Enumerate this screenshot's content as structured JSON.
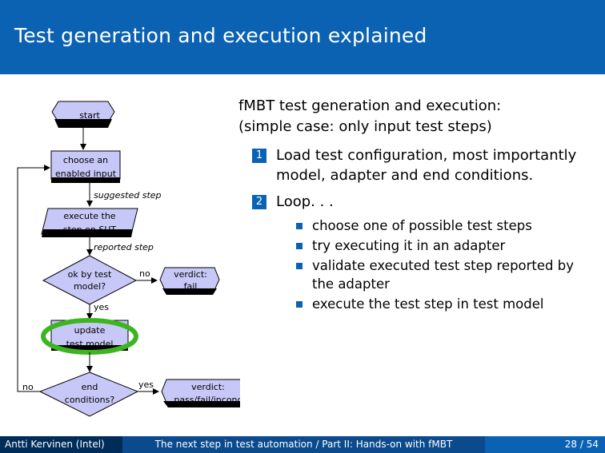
{
  "slide": {
    "title": "Test generation and execution explained",
    "intro_line1": "fMBT test generation and execution:",
    "intro_line2": "(simple case: only input test steps)",
    "steps": [
      {
        "num": "1",
        "text": "Load test configuration, most importantly model, adapter and end conditions."
      },
      {
        "num": "2",
        "text": "Loop. . ."
      }
    ],
    "loop_items": [
      "choose one of possible test steps",
      "try executing it in an adapter",
      "validate executed test step reported by the adapter",
      "execute the test step in test model"
    ]
  },
  "flowchart": {
    "start": "start",
    "choose_1": "choose an",
    "choose_2": "enabled input",
    "suggested": "suggested step",
    "execute_1": "execute the",
    "execute_2": "step on SUT",
    "reported": "reported step",
    "ok_1": "ok by test",
    "ok_2": "model?",
    "no": "no",
    "yes": "yes",
    "verdict_fail_1": "verdict:",
    "verdict_fail_2": "fail",
    "update_1": "update",
    "update_2": "test model",
    "end_1": "end",
    "end_2": "conditions?",
    "verdict_pass_1": "verdict:",
    "verdict_pass_2": "pass/fail/inconc",
    "highlight_color": "#3cb520",
    "box_fill": "#c8c8f8"
  },
  "footer": {
    "author": "Antti Kervinen (Intel)",
    "talk": "The next step in test automation / Part II: Hands-on with fMBT",
    "page": "28 / 54"
  }
}
